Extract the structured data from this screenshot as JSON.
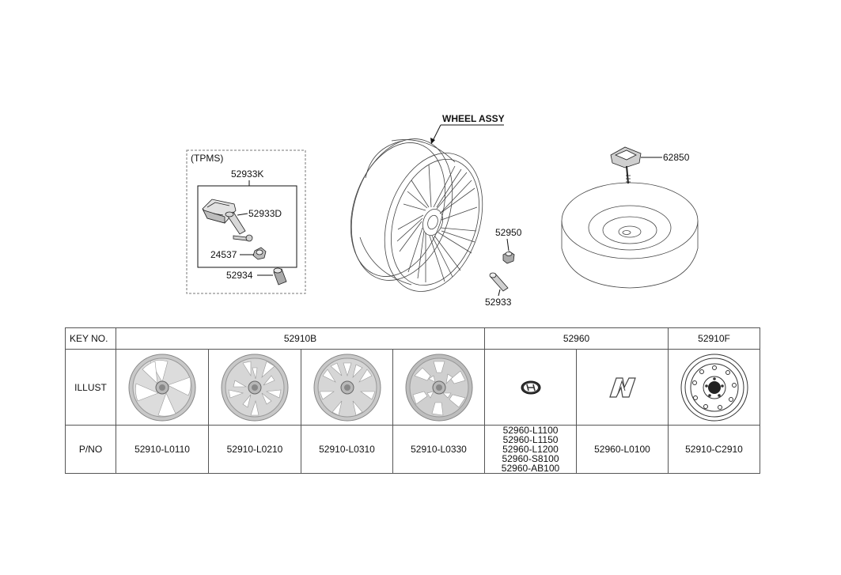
{
  "diagram": {
    "wheel_assy_label": "WHEEL ASSY",
    "tpms": {
      "title": "(TPMS)",
      "kit": "52933K",
      "sensor": "52933D",
      "nut": "24537",
      "cap": "52934"
    },
    "wheel_nut": "52950",
    "valve": "52933",
    "spare_holder": "62850"
  },
  "table": {
    "headers": {
      "key_no": "KEY NO.",
      "wheel": "52910B",
      "cap": "52960",
      "spare": "52910F"
    },
    "rows": {
      "illust": "ILLUST",
      "pno": "P/NO"
    },
    "part_numbers": {
      "wheel_1": "52910-L0110",
      "wheel_2": "52910-L0210",
      "wheel_3": "52910-L0310",
      "wheel_4": "52910-L0330",
      "cap_hyundai": [
        "52960-L1100",
        "52960-L1150",
        "52960-L1200",
        "52960-S8100",
        "52960-AB100"
      ],
      "cap_n": "52960-L0100",
      "spare": "52910-C2910"
    }
  }
}
